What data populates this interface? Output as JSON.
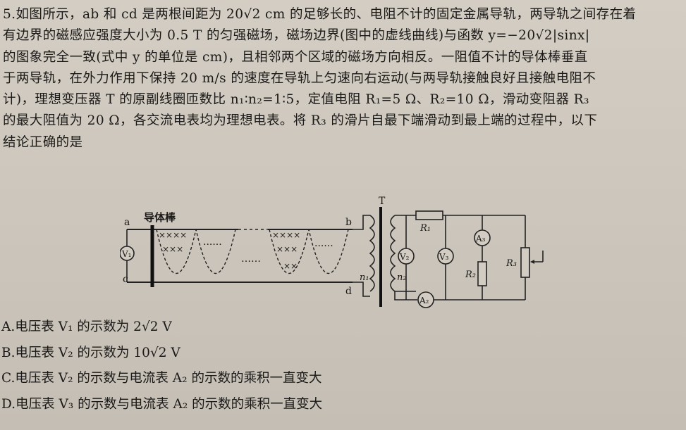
{
  "question": {
    "number": "5.",
    "lines": [
      "如图所示，ab 和 cd 是两根间距为 20√2 cm 的足够长的、电阻不计的固定金属导轨，两导轨之间存在着",
      "有边界的磁感应强度大小为 0.5 T 的匀强磁场，磁场边界(图中的虚线曲线)与函数 y=−20√2|sinx|",
      "的图象完全一致(式中 y 的单位是 cm)，且相邻两个区域的磁场方向相反。一阻值不计的导体棒垂直",
      "于两导轨，在外力作用下保持 20 m/s 的速度在导轨上匀速向右运动(与两导轨接触良好且接触电阻不",
      "计)，理想变压器 T 的原副线圈匝数比 n₁∶n₂=1∶5，定值电阻 R₁=5 Ω、R₂=10 Ω，滑动变阻器 R₃",
      "的最大阻值为 20 Ω，各交流电表均为理想电表。将 R₃ 的滑片自最下端滑动到最上端的过程中，以下",
      "结论正确的是"
    ]
  },
  "figure": {
    "rod_label": "导体棒",
    "a": "a",
    "b": "b",
    "c": "c",
    "d": "d",
    "T": "T",
    "V1": "V₁",
    "V2": "V₂",
    "V3": "V₃",
    "A2": "A₂",
    "A3": "A₃",
    "R1": "R₁",
    "R2": "R₂",
    "R3": "R₃",
    "n1": "n₁",
    "n2": "n₂",
    "cross_row": "××××",
    "cross_row_3": "×××",
    "cross_row_2": "××",
    "dots": "······"
  },
  "options": [
    {
      "letter": "A.",
      "text": "电压表 V₁ 的示数为 2√2 V"
    },
    {
      "letter": "B.",
      "text": "电压表 V₂ 的示数为 10√2 V"
    },
    {
      "letter": "C.",
      "text": "电压表 V₂ 的示数与电流表 A₂ 的示数的乘积一直变大"
    },
    {
      "letter": "D.",
      "text": "电压表 V₃ 的示数与电流表 A₂ 的示数的乘积一直变大"
    }
  ]
}
